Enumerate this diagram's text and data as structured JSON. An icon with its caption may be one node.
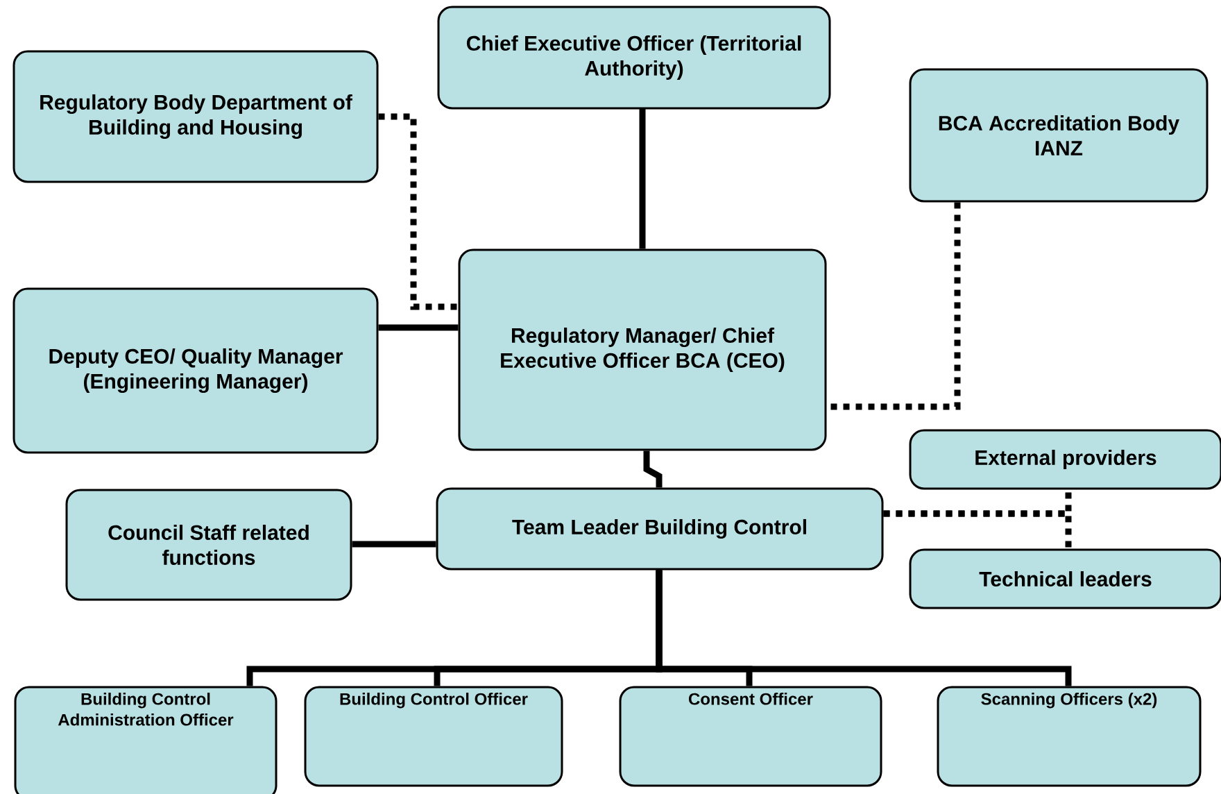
{
  "diagram": {
    "nodes": [
      {
        "text": [
          "Chief Executive Officer (Territorial Authority)"
        ]
      },
      {
        "text": [
          "Regulatory Body Department of Building and Housing"
        ]
      },
      {
        "text": [
          "BCA Accreditation Body IANZ"
        ]
      },
      {
        "text": [
          "Deputy CEO/ Quality Manager (Engineering Manager)"
        ]
      },
      {
        "text": [
          "Regulatory Manager/ Chief Executive Officer BCA (CEO)"
        ]
      },
      {
        "text": [
          "External providers"
        ]
      },
      {
        "text": [
          "Council Staff related functions"
        ]
      },
      {
        "text": [
          "Team Leader Building Control"
        ]
      },
      {
        "text": [
          "Technical leaders"
        ]
      },
      {
        "text": [
          "Building Control Administration Officer"
        ]
      },
      {
        "text": [
          "Building Control Officer"
        ]
      },
      {
        "text": [
          "Consent Officer"
        ]
      },
      {
        "text": [
          "Scanning Officers (x2)"
        ]
      }
    ],
    "edges": [
      {
        "from": 0,
        "to": 4,
        "arrow": "none"
      },
      {
        "from": 1,
        "to": 4,
        "arrow": "none",
        "style": "dashed"
      },
      {
        "from": 2,
        "to": 4,
        "arrow": "none",
        "style": "dashed"
      },
      {
        "from": 3,
        "to": 4,
        "arrow": "none"
      },
      {
        "from": 4,
        "to": 7,
        "arrow": "none"
      },
      {
        "from": 6,
        "to": 7,
        "arrow": "none"
      },
      {
        "from": 7,
        "to": 5,
        "arrow": "none",
        "style": "dashed"
      },
      {
        "from": 7,
        "to": 8,
        "arrow": "none",
        "style": "dashed"
      },
      {
        "from": 7,
        "to": 9,
        "arrow": "none"
      },
      {
        "from": 7,
        "to": 10,
        "arrow": "none"
      },
      {
        "from": 7,
        "to": 11,
        "arrow": "none"
      },
      {
        "from": 7,
        "to": 12,
        "arrow": "none"
      }
    ]
  }
}
